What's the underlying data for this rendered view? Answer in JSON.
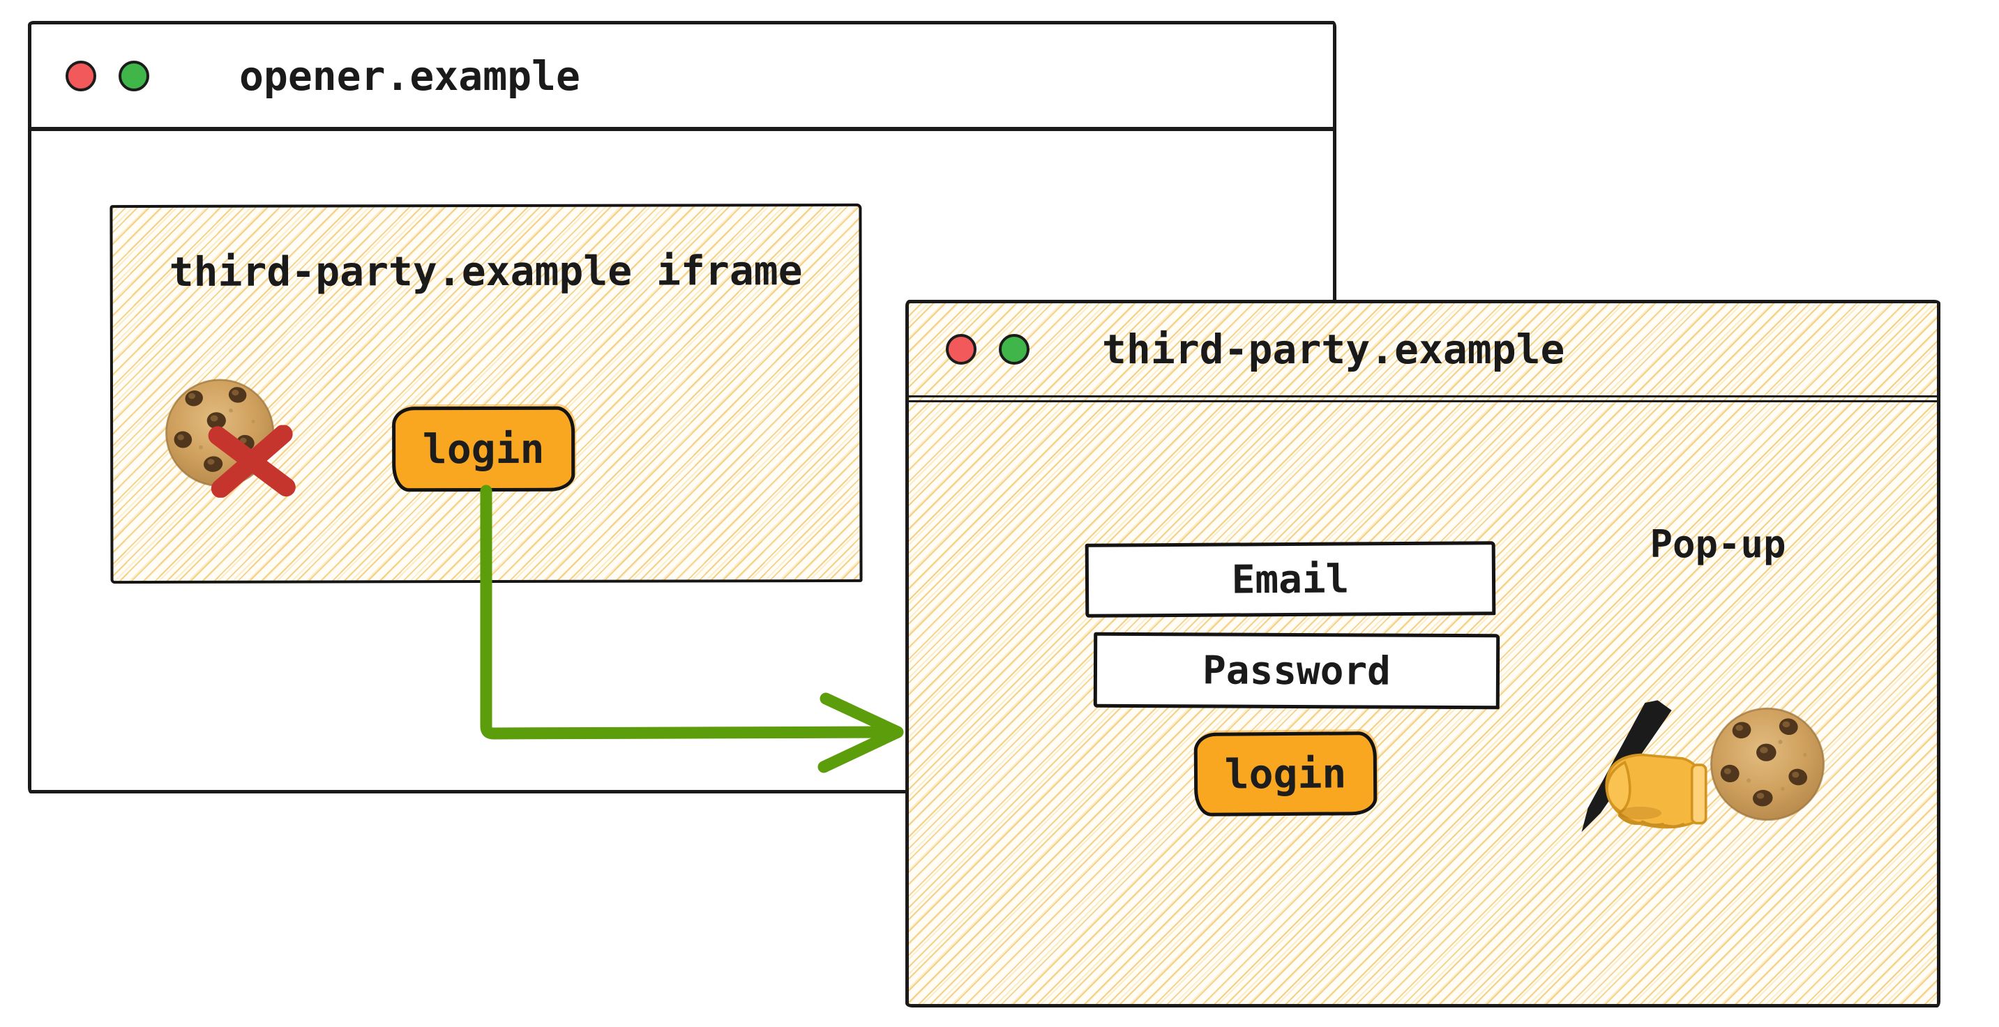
{
  "colors": {
    "ink": "#1a1a1a",
    "accent_orange": "#F9A720",
    "arrow_green": "#5B9D0B",
    "blocked_red": "#C5352D",
    "traffic_red": "#F2595A",
    "traffic_green": "#3FB54A",
    "hatch_line": "#F6CE82"
  },
  "opener_window": {
    "title": "opener.example",
    "iframe": {
      "title": "third-party.example iframe",
      "login_button_label": "login",
      "blocked_cookie_icon": "cookie-with-red-cross"
    }
  },
  "popup_window": {
    "title": "third-party.example",
    "label": "Pop-up",
    "fields": [
      {
        "label": "Email"
      },
      {
        "label": "Password"
      }
    ],
    "login_button_label": "login",
    "icons": [
      "writing-hand-icon",
      "cookie-icon"
    ]
  },
  "arrow": {
    "icon": "green-elbow-arrow-icon"
  }
}
